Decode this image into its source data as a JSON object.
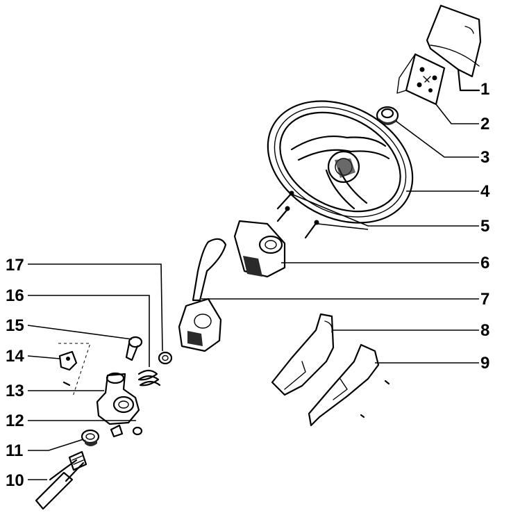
{
  "callouts": [
    {
      "number": "1"
    },
    {
      "number": "2"
    },
    {
      "number": "3"
    },
    {
      "number": "4"
    },
    {
      "number": "5"
    },
    {
      "number": "6"
    },
    {
      "number": "7"
    },
    {
      "number": "8"
    },
    {
      "number": "9"
    },
    {
      "number": "10"
    },
    {
      "number": "11"
    },
    {
      "number": "12"
    },
    {
      "number": "13"
    },
    {
      "number": "14"
    },
    {
      "number": "15"
    },
    {
      "number": "16"
    },
    {
      "number": "17"
    }
  ]
}
